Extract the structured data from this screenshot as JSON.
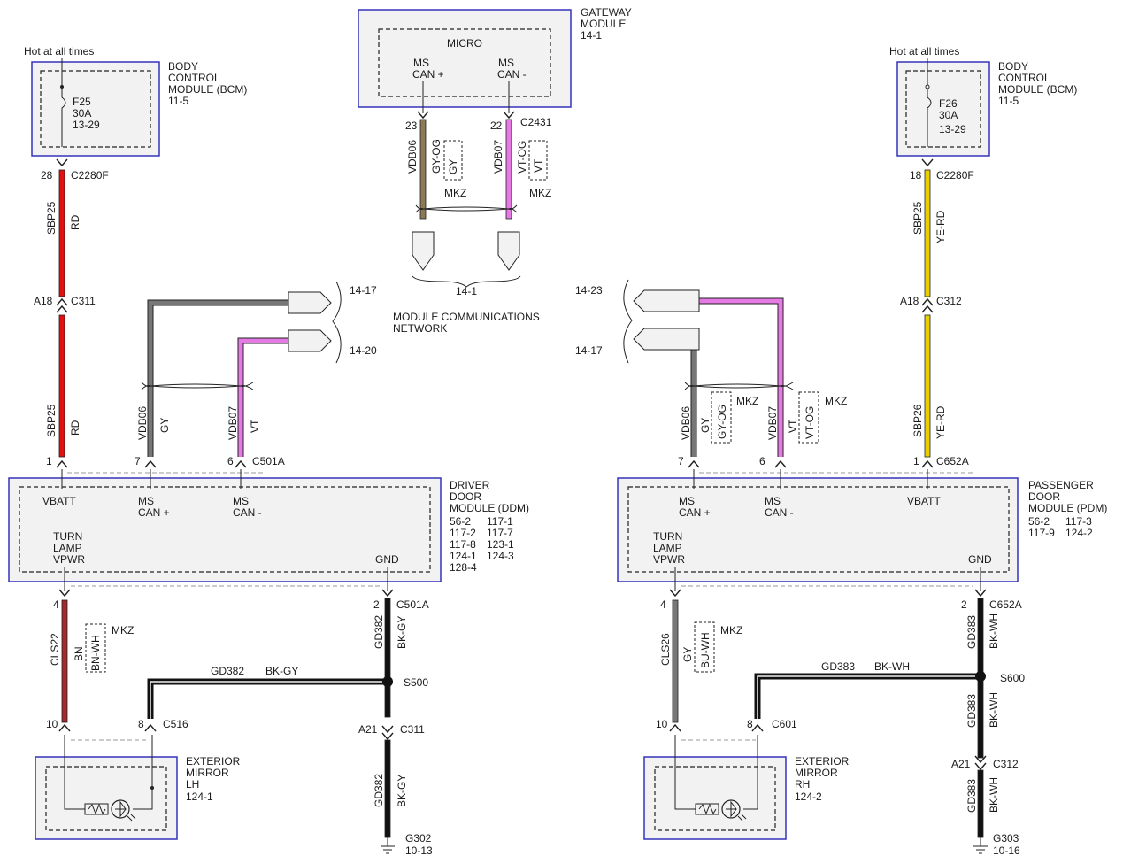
{
  "gateway": {
    "title": [
      "GATEWAY",
      "MODULE",
      "14-1"
    ],
    "micro": "MICRO",
    "pin_left": [
      "MS",
      "CAN +"
    ],
    "pin_right": [
      "MS",
      "CAN -"
    ],
    "wire_left": {
      "pin": "23",
      "circuit": "VDB06",
      "color": "GY-OG",
      "alt_color": "GY",
      "note": "MKZ"
    },
    "wire_right": {
      "pin": "22",
      "connector": "C2431",
      "circuit": "VDB07",
      "color": "VT-OG",
      "alt_color": "VT",
      "note": "MKZ"
    },
    "ref": "14-1"
  },
  "network": {
    "label": [
      "MODULE COMMUNICATIONS",
      "NETWORK"
    ]
  },
  "left": {
    "hot_label": "Hot at all times",
    "bcm": {
      "title": [
        "BODY",
        "CONTROL",
        "MODULE (BCM)",
        "11-5"
      ],
      "fuse": [
        "F25",
        "30A",
        "13-29"
      ]
    },
    "bcm_pin": {
      "pin": "28",
      "connector": "C2280F"
    },
    "wire_upper": {
      "circuit": "SBP25",
      "color": "RD"
    },
    "c311": {
      "pin": "A18",
      "connector": "C311"
    },
    "wire_lower": {
      "circuit": "SBP25",
      "color": "RD"
    },
    "net_refs": [
      "14-17",
      "14-20"
    ],
    "can_wire_1": {
      "pin": "7",
      "circuit": "VDB06",
      "color": "GY"
    },
    "can_wire_2": {
      "pin": "6",
      "connector": "C501A",
      "circuit": "VDB07",
      "color": "VT"
    },
    "vbatt_pin": "1",
    "ddm": {
      "title": [
        "DRIVER",
        "DOOR",
        "MODULE (DDM)"
      ],
      "refs": [
        [
          "56-2",
          "117-1"
        ],
        [
          "117-2",
          "117-7"
        ],
        [
          "117-8",
          "123-1"
        ],
        [
          "124-1",
          "124-3"
        ],
        [
          "128-4",
          ""
        ]
      ],
      "vbatt": "VBATT",
      "can_p": [
        "MS",
        "CAN +"
      ],
      "can_m": [
        "MS",
        "CAN -"
      ],
      "turn": [
        "TURN",
        "LAMP",
        "VPWR"
      ],
      "gnd": "GND"
    },
    "turn_wire": {
      "pin": "4",
      "circuit": "CLS22",
      "color": "BN",
      "alt_color": "BN-WH",
      "note": "MKZ"
    },
    "gnd_pin": {
      "pin": "2",
      "connector": "C501A"
    },
    "gnd_wire": {
      "circuit": "GD382",
      "color": "BK-GY"
    },
    "splice_wire": {
      "circuit": "GD382",
      "color": "BK-GY"
    },
    "splice": "S500",
    "mirror_conn": {
      "pin_a": "10",
      "pin_b": "8",
      "connector": "C516"
    },
    "c311b": {
      "pin": "A21",
      "connector": "C311"
    },
    "gnd_wire2": {
      "circuit": "GD382",
      "color": "BK-GY"
    },
    "ground": [
      "G302",
      "10-13"
    ],
    "mirror": {
      "title": [
        "EXTERIOR",
        "MIRROR",
        "LH",
        "124-1"
      ]
    }
  },
  "right": {
    "hot_label": "Hot at all times",
    "bcm": {
      "title": [
        "BODY",
        "CONTROL",
        "MODULE (BCM)",
        "11-5"
      ],
      "fuse": [
        "F26",
        "30A",
        "13-29"
      ]
    },
    "bcm_pin": {
      "pin": "18",
      "connector": "C2280F"
    },
    "wire_upper": {
      "circuit": "SBP25",
      "color": "YE-RD"
    },
    "c312": {
      "pin": "A18",
      "connector": "C312"
    },
    "wire_lower": {
      "circuit": "SBP26",
      "color": "YE-RD"
    },
    "net_refs": [
      "14-23",
      "14-17"
    ],
    "can_wire_1": {
      "pin": "7",
      "circuit": "VDB06",
      "color": "GY",
      "alt_color": "GY-OG",
      "note": "MKZ"
    },
    "can_wire_2": {
      "pin": "6",
      "circuit": "VDB07",
      "color": "VT",
      "alt_color": "VT-OG",
      "note": "MKZ"
    },
    "vbatt_pin": {
      "pin": "1",
      "connector": "C652A"
    },
    "pdm": {
      "title": [
        "PASSENGER",
        "DOOR",
        "MODULE (PDM)"
      ],
      "refs": [
        [
          "56-2",
          "117-3"
        ],
        [
          "117-9",
          "124-2"
        ]
      ],
      "vbatt": "VBATT",
      "can_p": [
        "MS",
        "CAN +"
      ],
      "can_m": [
        "MS",
        "CAN -"
      ],
      "turn": [
        "TURN",
        "LAMP",
        "VPWR"
      ],
      "gnd": "GND"
    },
    "turn_wire": {
      "pin": "4",
      "circuit": "CLS26",
      "color": "GY",
      "alt_color": "BU-WH",
      "note": "MKZ"
    },
    "gnd_pin": {
      "pin": "2",
      "connector": "C652A"
    },
    "gnd_wire": {
      "circuit": "GD383",
      "color": "BK-WH"
    },
    "splice_wire": {
      "circuit": "GD383",
      "color": "BK-WH"
    },
    "splice": "S600",
    "gnd_wire_mid": {
      "circuit": "GD383",
      "color": "BK-WH"
    },
    "mirror_conn": {
      "pin_a": "10",
      "pin_b": "8",
      "connector": "C601"
    },
    "c312b": {
      "pin": "A21",
      "connector": "C312"
    },
    "gnd_wire2": {
      "circuit": "GD383",
      "color": "BK-WH"
    },
    "ground": [
      "G303",
      "10-16"
    ],
    "mirror": {
      "title": [
        "EXTERIOR",
        "MIRROR",
        "RH",
        "124-2"
      ]
    }
  },
  "colors": {
    "red": "#e01010",
    "dark_red": "#a52a2a",
    "gray": "#777777",
    "violet": "#e57ae5",
    "brown": "#8b7a55",
    "yellow": "#e8cf00",
    "black": "#111111",
    "box_border": "#3333bb",
    "box_fill": "#f2f2f2"
  }
}
